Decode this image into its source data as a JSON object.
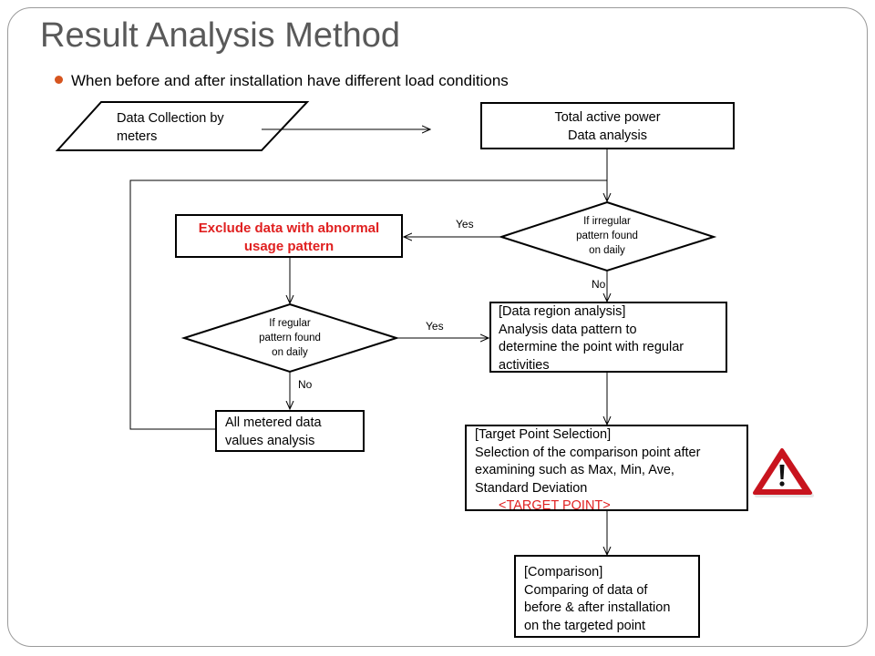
{
  "slide": {
    "title": "Result Analysis Method",
    "bullet": "When before and after installation have different load conditions"
  },
  "flowchart": {
    "data_collection": [
      "Data Collection by",
      "meters"
    ],
    "total_active_power": [
      "Total active power",
      "Data analysis"
    ],
    "irregular_decision": [
      "If irregular",
      "pattern found",
      "on daily"
    ],
    "exclude_box": [
      "Exclude data with abnormal",
      "usage pattern"
    ],
    "regular_decision": [
      "If regular",
      "pattern found",
      "on daily"
    ],
    "data_region": [
      "[Data region analysis]",
      "Analysis data pattern to",
      "determine the point with regular",
      "activities"
    ],
    "all_metered": [
      "All metered data",
      "values analysis"
    ],
    "target_point": [
      "[Target Point Selection]",
      "Selection of the comparison point after",
      "examining such as Max, Min, Ave,",
      "Standard Deviation"
    ],
    "target_point_tag": "<TARGET POINT>",
    "comparison": [
      "[Comparison]",
      "Comparing of data of",
      "before & after installation",
      "on the targeted point"
    ],
    "label_yes_1": "Yes",
    "label_no_1": "No",
    "label_yes_2": "Yes",
    "label_no_2": "No",
    "warning_icon": "warning-triangle-icon"
  },
  "colors": {
    "bullet": "#d6551f",
    "highlight_text": "#e02020",
    "warning": "#c8141e"
  }
}
